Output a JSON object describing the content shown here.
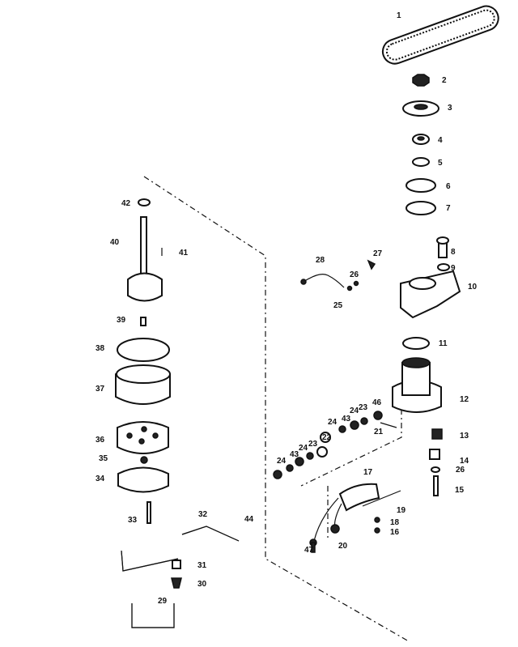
{
  "diagram": {
    "type": "exploded parts view",
    "callouts": [
      "1",
      "2",
      "3",
      "4",
      "5",
      "6",
      "7",
      "8",
      "9",
      "10",
      "11",
      "12",
      "13",
      "14",
      "15",
      "16",
      "17",
      "18",
      "19",
      "20",
      "21",
      "22",
      "23",
      "23",
      "24",
      "24",
      "24",
      "24",
      "25",
      "26",
      "26",
      "27",
      "28",
      "29",
      "30",
      "31",
      "32",
      "33",
      "34",
      "35",
      "36",
      "37",
      "38",
      "39",
      "40",
      "41",
      "42",
      "43",
      "43",
      "44",
      "46",
      "47"
    ]
  }
}
